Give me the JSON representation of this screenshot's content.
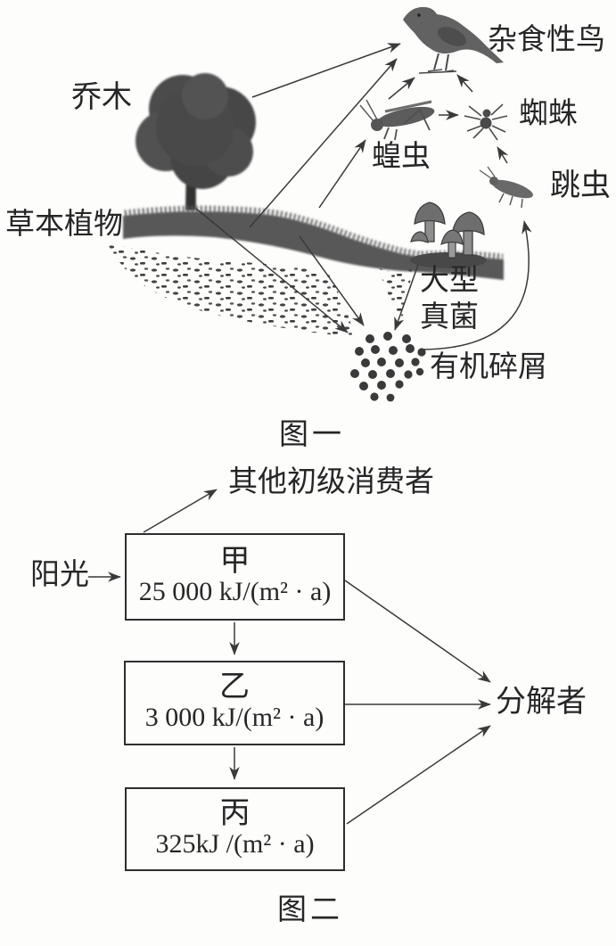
{
  "figure1": {
    "caption": "图一",
    "labels": {
      "tree": "乔木",
      "herb": "草本植物",
      "bird": "杂食性鸟",
      "locust": "蝗虫",
      "spider": "蜘蛛",
      "springtail": "跳虫",
      "fungi_line1": "大型",
      "fungi_line2": "真菌",
      "debris": "有机碎屑"
    },
    "relations": [
      {
        "from": "乔木",
        "to": "杂食性鸟"
      },
      {
        "from": "草本植物",
        "to": "杂食性鸟"
      },
      {
        "from": "草本植物",
        "to": "蝗虫"
      },
      {
        "from": "蝗虫",
        "to": "杂食性鸟"
      },
      {
        "from": "蝗虫",
        "to": "蜘蛛"
      },
      {
        "from": "蜘蛛",
        "to": "杂食性鸟"
      },
      {
        "from": "跳虫",
        "to": "蜘蛛"
      },
      {
        "from": "乔木",
        "to": "有机碎屑"
      },
      {
        "from": "草本植物",
        "to": "有机碎屑"
      },
      {
        "from": "大型真菌",
        "to": "有机碎屑"
      },
      {
        "from": "有机碎屑",
        "to": "跳虫"
      }
    ]
  },
  "figure2": {
    "caption": "图二",
    "sunlight": "阳光",
    "other_consumers": "其他初级消费者",
    "decomposers": "分解者",
    "boxes": [
      {
        "name": "甲",
        "energy": "25 000 kJ/(m² · a)"
      },
      {
        "name": "乙",
        "energy": "3 000 kJ/(m² · a)"
      },
      {
        "name": "丙",
        "energy": "325kJ /(m² · a)"
      }
    ],
    "relations": [
      {
        "from": "阳光",
        "to": "甲"
      },
      {
        "from": "甲",
        "to": "其他初级消费者"
      },
      {
        "from": "甲",
        "to": "乙"
      },
      {
        "from": "乙",
        "to": "丙"
      },
      {
        "from": "甲",
        "to": "分解者"
      },
      {
        "from": "乙",
        "to": "分解者"
      },
      {
        "from": "丙",
        "to": "分解者"
      }
    ]
  }
}
